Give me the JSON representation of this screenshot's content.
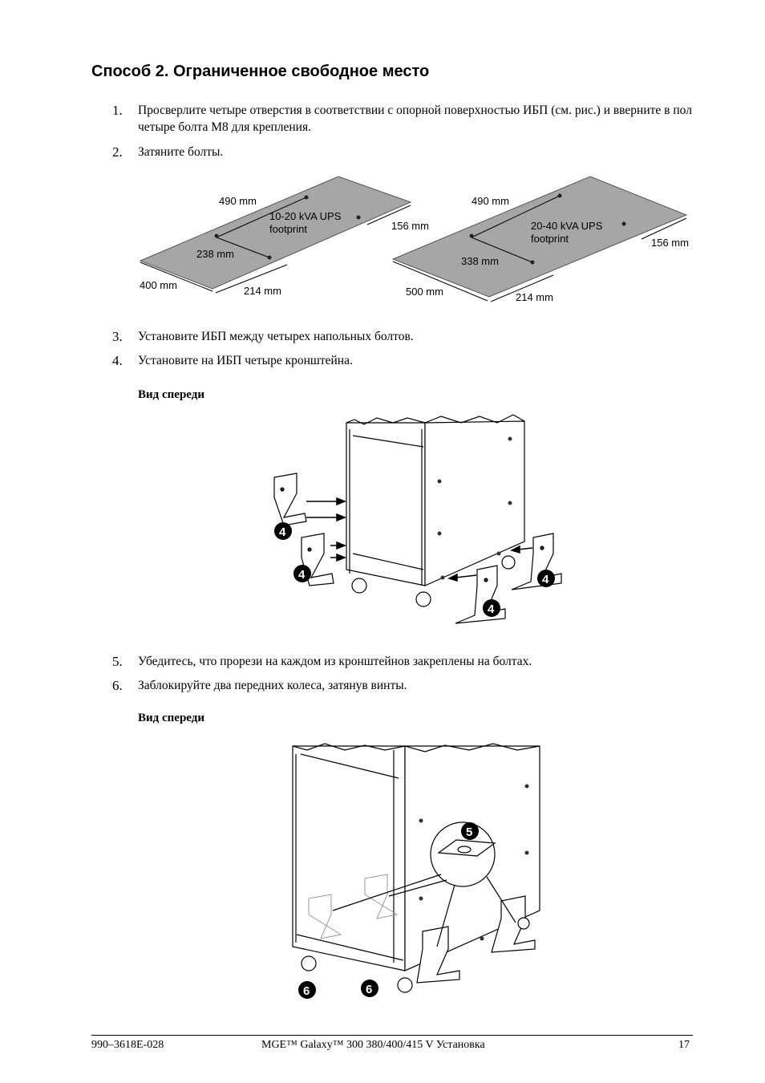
{
  "heading": "Способ 2. Ограниченное свободное место",
  "steps": [
    {
      "num": "1.",
      "text": "Просверлите четыре отверстия в соответствии с опорной поверхностью ИБП (см. рис.) и вверните в пол четыре болта М8 для крепления."
    },
    {
      "num": "2.",
      "text": "Затяните болты."
    },
    {
      "num": "3.",
      "text": "Установите ИБП между четырех напольных болтов."
    },
    {
      "num": "4.",
      "text": "Установите на ИБП четыре кронштейна."
    },
    {
      "num": "5.",
      "text": "Убедитесь, что прорези на каждом из кронштейнов закреплены на болтах."
    },
    {
      "num": "6.",
      "text": "Заблокируйте два передних колеса, затянув винты."
    }
  ],
  "view_label_1": "Вид спереди",
  "view_label_2": "Вид спереди",
  "footprint_small": {
    "title_line1": "10-20 kVA UPS",
    "title_line2": "footprint",
    "dim_top": "490 mm",
    "dim_right": "156 mm",
    "dim_inner": "238 mm",
    "dim_left": "400 mm",
    "dim_bottom": "214 mm"
  },
  "footprint_large": {
    "title_line1": "20-40 kVA UPS",
    "title_line2": "footprint",
    "dim_top": "490 mm",
    "dim_right": "156 mm",
    "dim_inner": "338 mm",
    "dim_left": "500 mm",
    "dim_bottom": "214 mm"
  },
  "callouts_fig2": [
    "4",
    "4",
    "4",
    "4"
  ],
  "callouts_fig3": [
    "5",
    "6",
    "6"
  ],
  "footer": {
    "doc_number": "990–3618E-028",
    "title": "MGE™ Galaxy™ 300 380/400/415 V Установка",
    "page": "17"
  },
  "colors": {
    "footprint_fill": "#a6a6a6",
    "callout_fill": "#000000"
  }
}
